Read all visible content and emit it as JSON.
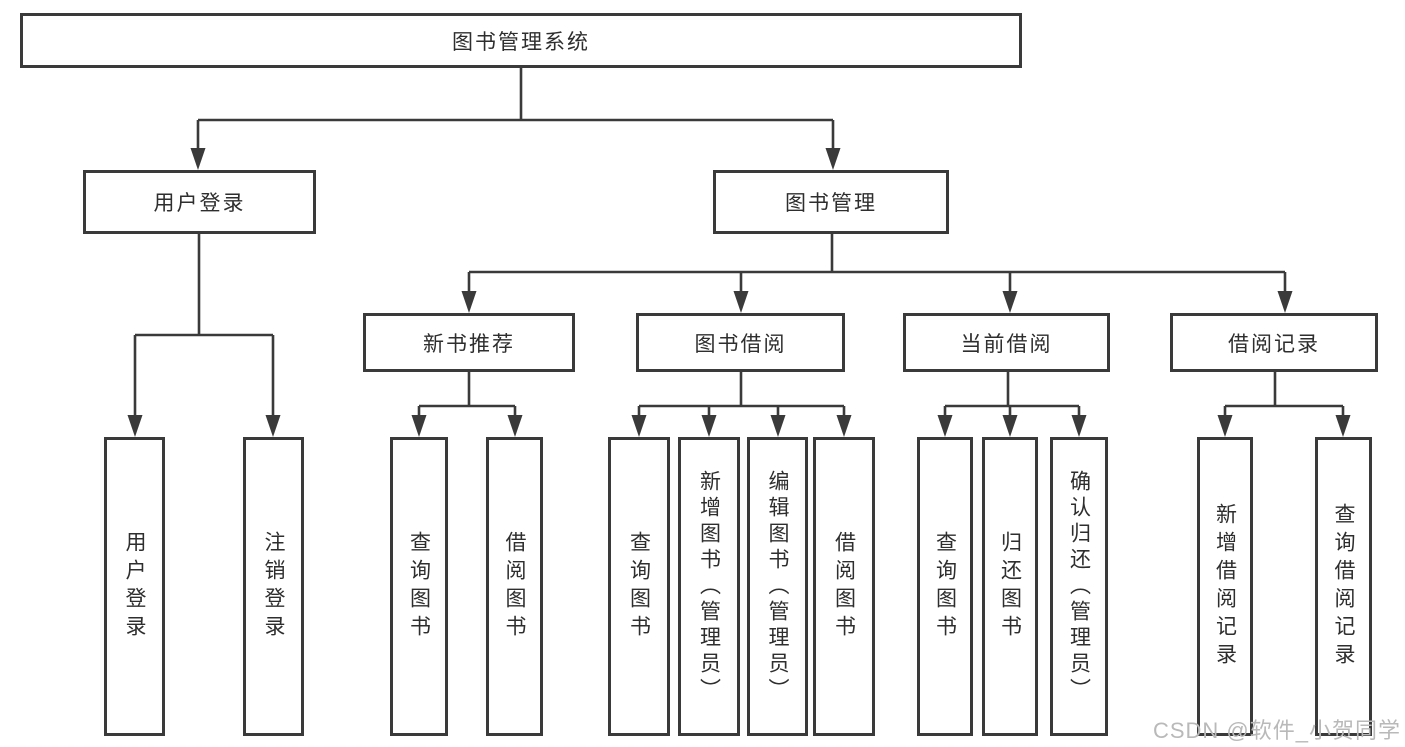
{
  "diagram": {
    "root": {
      "label": "图书管理系统"
    },
    "user_login": {
      "label": "用户登录",
      "children": [
        {
          "label": "用户登录"
        },
        {
          "label": "注销登录"
        }
      ]
    },
    "book_management": {
      "label": "图书管理",
      "groups": [
        {
          "label": "新书推荐",
          "children": [
            {
              "label": "查询图书"
            },
            {
              "label": "借阅图书"
            }
          ]
        },
        {
          "label": "图书借阅",
          "children": [
            {
              "label": "查询图书"
            },
            {
              "label": "新增图书（管理员）"
            },
            {
              "label": "编辑图书（管理员）"
            },
            {
              "label": "借阅图书"
            }
          ]
        },
        {
          "label": "当前借阅",
          "children": [
            {
              "label": "查询图书"
            },
            {
              "label": "归还图书"
            },
            {
              "label": "确认归还（管理员）"
            }
          ]
        },
        {
          "label": "借阅记录",
          "children": [
            {
              "label": "新增借阅记录"
            },
            {
              "label": "查询借阅记录"
            }
          ]
        }
      ]
    }
  },
  "watermark": "CSDN @软件_小贺同学",
  "colors": {
    "line": "#3a3a3a",
    "box_border": "#3a3a3a",
    "box_fill": "#ffffff",
    "text": "#2e2e2e",
    "watermark": "#b9b9b9",
    "background": "#ffffff"
  }
}
